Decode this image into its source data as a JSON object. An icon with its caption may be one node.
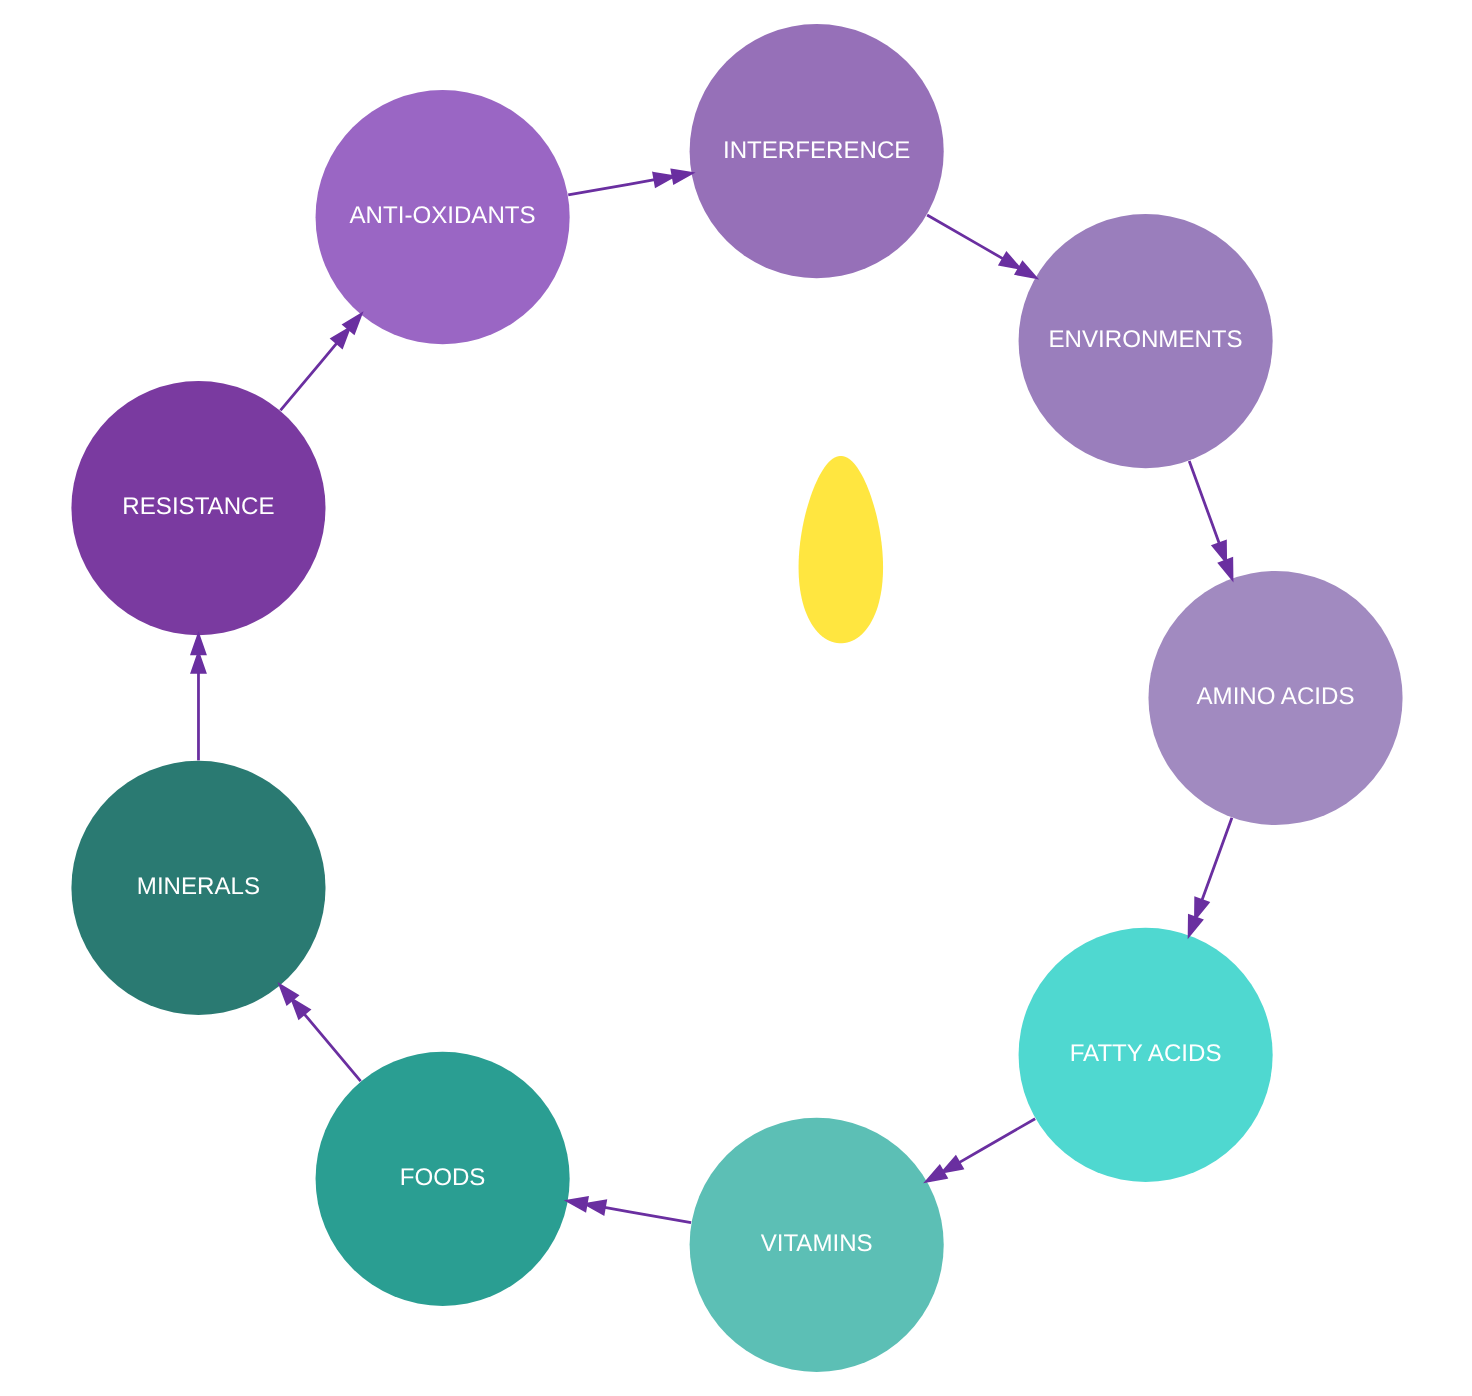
{
  "diagram": {
    "nodes": [
      {
        "text": [
          "FATTY ACIDS"
        ]
      },
      {
        "text": [
          "VITAMINS"
        ]
      },
      {
        "text": [
          "FOODS"
        ]
      },
      {
        "text": [
          "MINERALS"
        ]
      },
      {
        "text": [
          "RESISTANCE"
        ]
      },
      {
        "text": [
          "ANTI-OXIDANTS"
        ]
      },
      {
        "text": [
          "INTERFERENCE"
        ]
      },
      {
        "text": [
          "ENVIRONMENTS"
        ]
      },
      {
        "text": [
          "AMINO ACIDS"
        ]
      },
      {
        "text": [],
        "shape": "person"
      }
    ],
    "edges": [
      {
        "from": 8,
        "to": 0,
        "arrow": "to"
      },
      {
        "from": 0,
        "to": 1,
        "arrow": "to"
      },
      {
        "from": 1,
        "to": 2,
        "arrow": "to"
      },
      {
        "from": 2,
        "to": 3,
        "arrow": "to"
      },
      {
        "from": 3,
        "to": 4,
        "arrow": "to"
      },
      {
        "from": 4,
        "to": 5,
        "arrow": "to"
      },
      {
        "from": 5,
        "to": 6,
        "arrow": "to"
      },
      {
        "from": 6,
        "to": 7,
        "arrow": "to"
      },
      {
        "from": 7,
        "to": 8,
        "arrow": "to"
      }
    ]
  }
}
